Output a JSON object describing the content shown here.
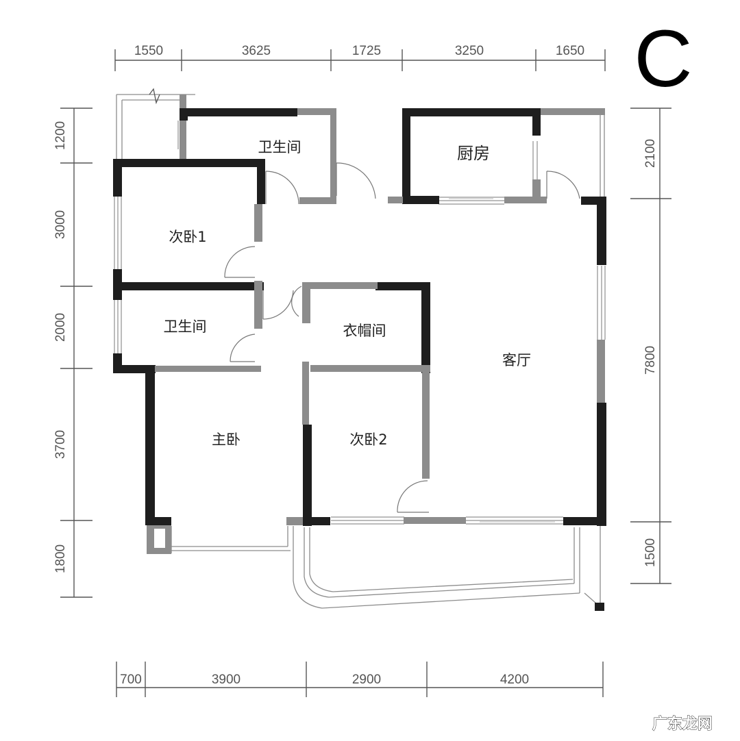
{
  "plan_label": "C",
  "rooms": {
    "bathroom_top": "卫生间",
    "kitchen": "厨房",
    "bedroom_secondary_1": "次卧1",
    "bathroom_left": "卫生间",
    "cloakroom": "衣帽间",
    "living_room": "客厅",
    "master_bedroom": "主卧",
    "bedroom_secondary_2": "次卧2"
  },
  "dimensions": {
    "top": [
      "1550",
      "3625",
      "1725",
      "3250",
      "1650"
    ],
    "bottom": [
      "700",
      "3900",
      "2900",
      "4200"
    ],
    "left": [
      "1200",
      "3000",
      "2000",
      "3700",
      "1800"
    ],
    "right": [
      "2100",
      "7800",
      "1500"
    ]
  },
  "watermark": "广东龙网",
  "colors": {
    "wall_structural": "#1e1e1e",
    "wall_partition": "#8c8c8c",
    "dimension_lines": "#555555"
  }
}
